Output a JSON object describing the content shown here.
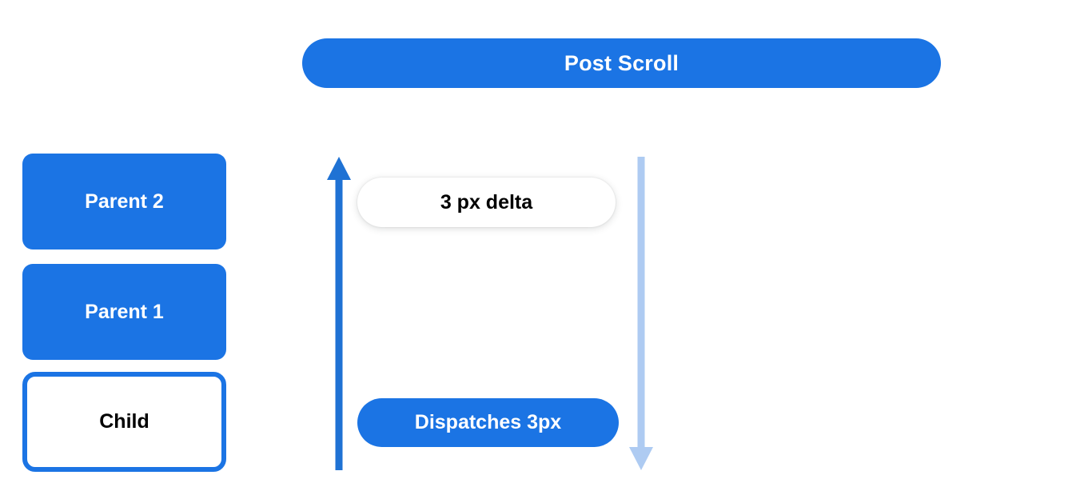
{
  "header": {
    "title": "Post Scroll",
    "background_color": "#1b74e4",
    "text_color": "#ffffff"
  },
  "stack": {
    "items": [
      {
        "label": "Parent 2",
        "style": "filled",
        "fill_color": "#1b74e4",
        "text_color": "#ffffff"
      },
      {
        "label": "Parent 1",
        "style": "filled",
        "fill_color": "#1b74e4",
        "text_color": "#ffffff"
      },
      {
        "label": "Child",
        "style": "outlined",
        "fill_color": "#ffffff",
        "border_color": "#1b74e4",
        "text_color": "#000000"
      }
    ]
  },
  "flow": {
    "arrow_up": {
      "name": "scroll-up-arrow",
      "direction": "up",
      "color": "#1f72d4"
    },
    "arrow_down": {
      "name": "scroll-down-arrow",
      "direction": "down",
      "color": "#aecbf2"
    },
    "callouts": [
      {
        "label": "3 px delta",
        "style": "white-pill",
        "fill_color": "#ffffff",
        "text_color": "#000000"
      },
      {
        "label": "Dispatches 3px",
        "style": "blue-pill",
        "fill_color": "#1b74e4",
        "text_color": "#ffffff"
      }
    ]
  }
}
